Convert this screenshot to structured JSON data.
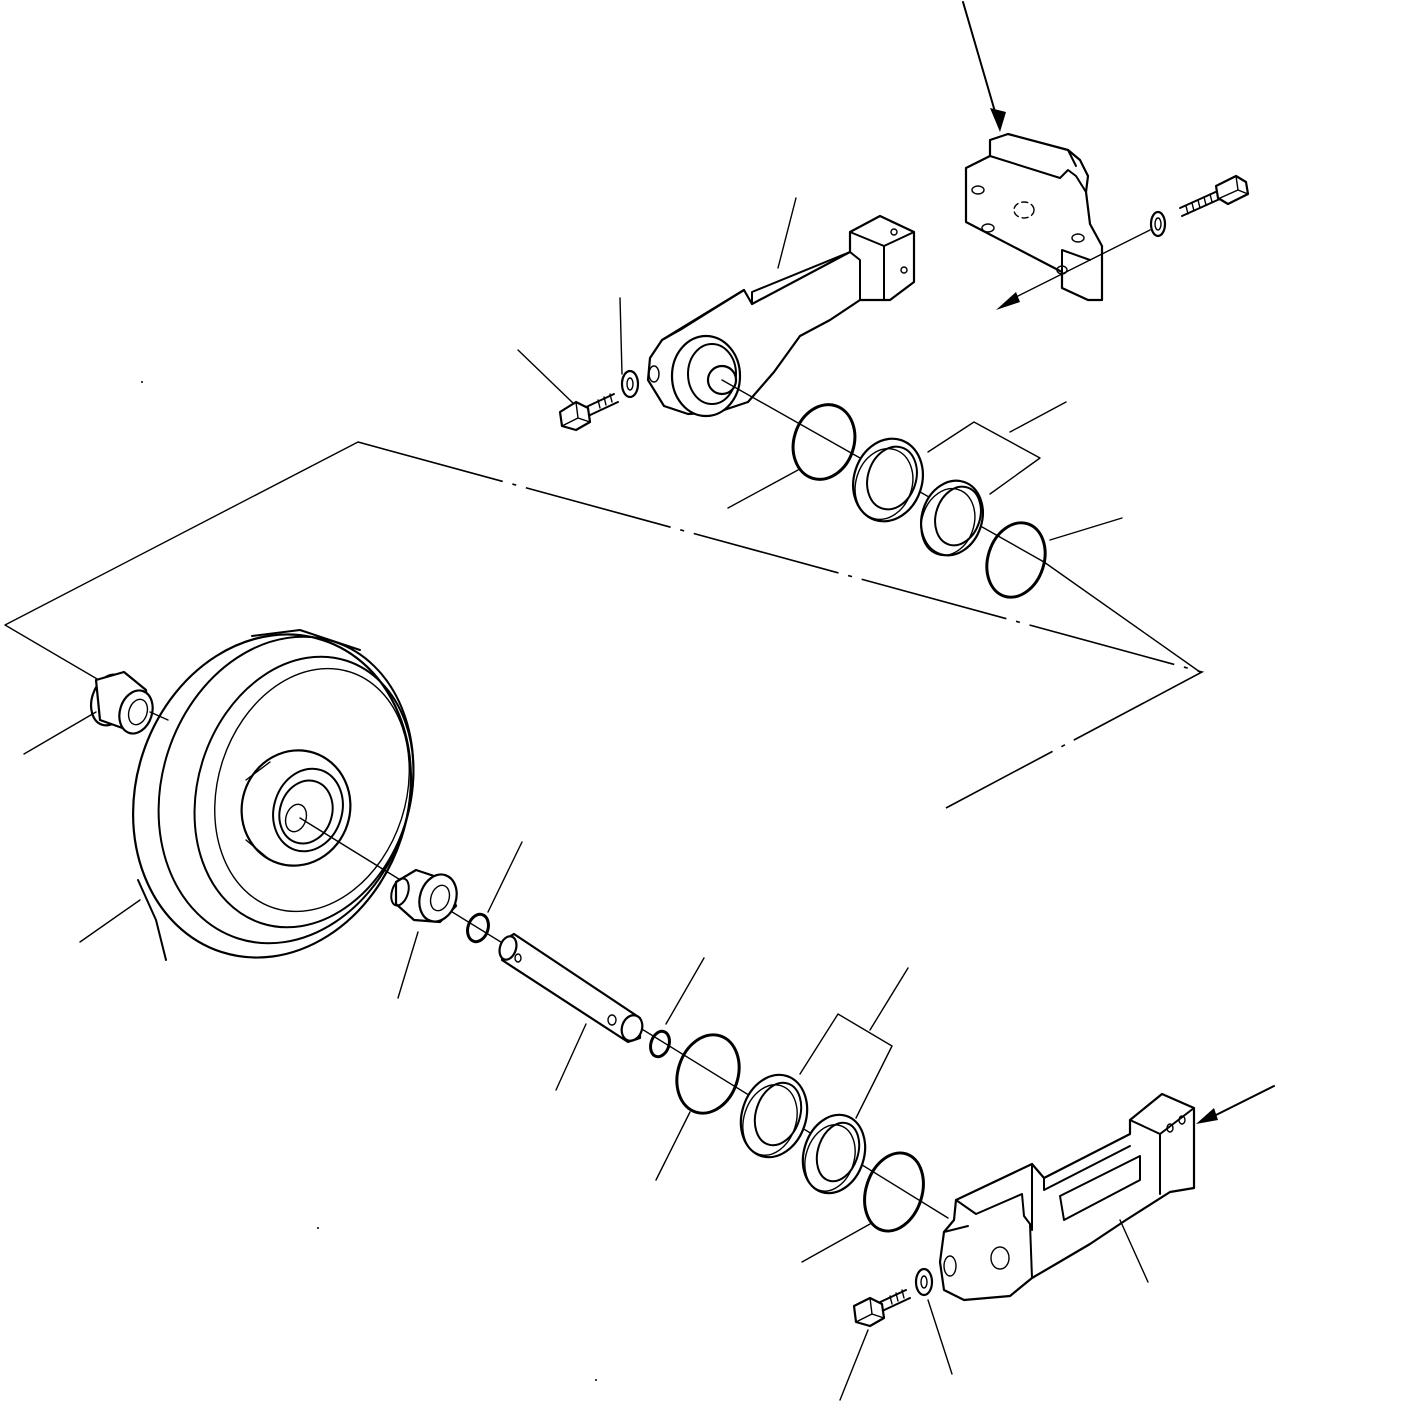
{
  "drawing": {
    "colors": {
      "line": "#000000",
      "background": "#ffffff"
    },
    "parts": [
      {
        "id": "idler-wheel",
        "icon": "idler-wheel-icon"
      },
      {
        "id": "bushing-left",
        "icon": "bushing-icon"
      },
      {
        "id": "bushing-right",
        "icon": "bushing-icon"
      },
      {
        "id": "shaft",
        "icon": "shaft-icon"
      },
      {
        "id": "o-ring-small",
        "icon": "o-ring-icon"
      },
      {
        "id": "floating-seal",
        "icon": "seal-icon"
      },
      {
        "id": "o-ring-large",
        "icon": "o-ring-icon"
      },
      {
        "id": "bracket-upper",
        "icon": "bracket-icon"
      },
      {
        "id": "bracket-lower",
        "icon": "bracket-icon"
      },
      {
        "id": "support-plate",
        "icon": "plate-icon"
      },
      {
        "id": "bolt",
        "icon": "bolt-icon"
      },
      {
        "id": "washer",
        "icon": "washer-icon"
      }
    ]
  }
}
